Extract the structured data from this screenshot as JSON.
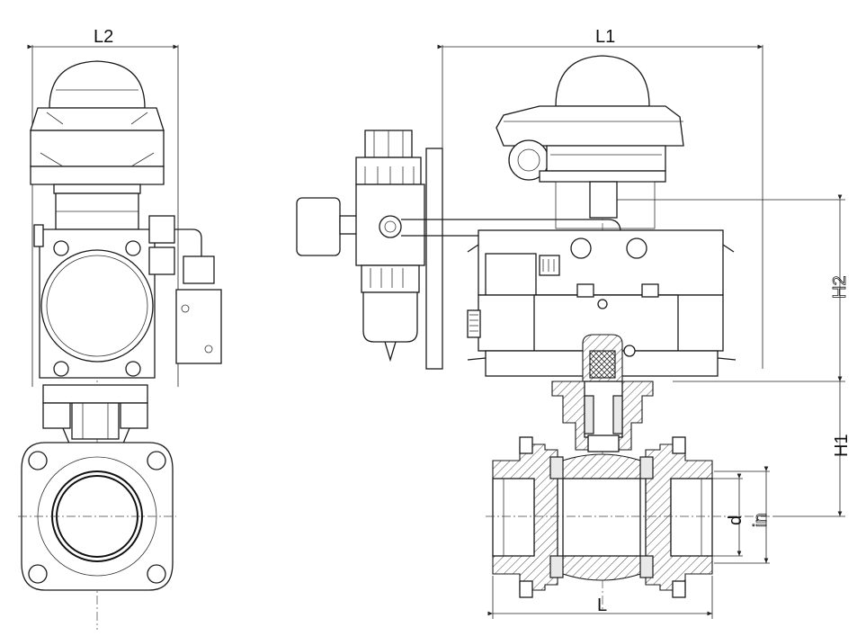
{
  "labels": {
    "L2": "L2",
    "L1": "L1",
    "H2": "H2",
    "H1": "H1",
    "d": "d",
    "in": "in",
    "L": "L"
  },
  "colors": {
    "line": "#1a1a1a",
    "background": "#ffffff",
    "section_fill": "#e9e9e9"
  },
  "views": [
    "side-view",
    "front-section-view",
    "air-filter-regulator"
  ]
}
